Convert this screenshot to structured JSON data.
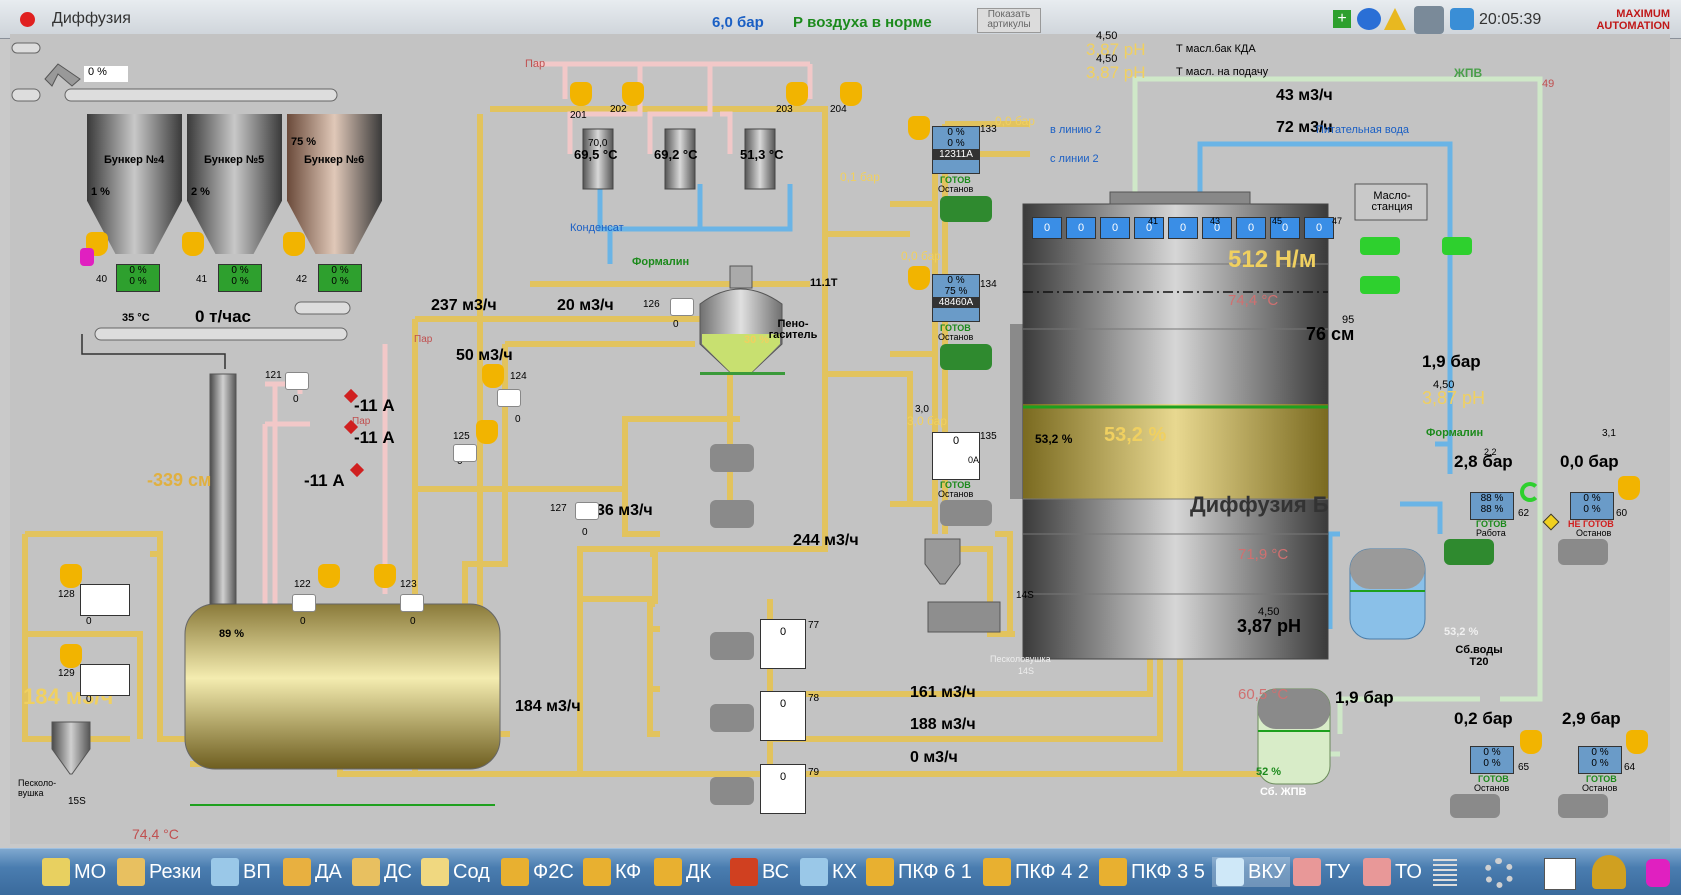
{
  "window": {
    "title": "Диффузия",
    "pressure_main": "6,0 бар",
    "air_status": "Р воздуха в норме",
    "show_articles_button": "Показать артикулы",
    "clock": "20:05:39",
    "brand": "MAXIMUM AUTOMATION"
  },
  "colors": {
    "accent_blue": "#1a5fc4",
    "status_green": "#1c8a1c",
    "warn_yellow": "#f0d060",
    "pipe_yellow": "#e2c35e",
    "pipe_blue": "#6ab4e6",
    "pipe_pink": "#f2c8c8"
  },
  "top_readings": {
    "ph1_sp": "4,50",
    "ph1": "3,87 рН",
    "ph1_label": "Т масл.бак КДА",
    "ph2_sp": "4,50",
    "ph2": "3,87 рН",
    "ph2_label": "Т масл. на подачу",
    "zhpv": "ЖПВ"
  },
  "conveyor": {
    "percent": "0 %",
    "temp": "35 °С",
    "rate": "0 т/час"
  },
  "bunkers": [
    {
      "name": "Бункер №4",
      "fill": "1 %",
      "id": "40",
      "v1": "0 %",
      "v2": "0 %"
    },
    {
      "name": "Бункер №5",
      "fill": "2 %",
      "id": "41",
      "v1": "0 %",
      "v2": "0 %"
    },
    {
      "name": "Бункер №6",
      "fill": "75 %",
      "top": "75 %",
      "id": "42",
      "v1": "0 %",
      "v2": "0 %"
    }
  ],
  "steam_labels": {
    "par": "Пар",
    "condensate": "Конденсат",
    "formalin": "Формалин"
  },
  "heaters": {
    "valves": [
      "201",
      "202",
      "203",
      "204"
    ],
    "t_sp": "70,0",
    "temps": [
      "69,5 °С",
      "69,2 °С",
      "51,3 °С"
    ]
  },
  "foam": {
    "name": "Пено-гаситель",
    "level": "30 %",
    "tag": "11.1Т",
    "valve": "126",
    "valve_v": "0"
  },
  "flows": {
    "f237": "237 м3/ч",
    "f20": "20 м3/ч",
    "f50": "50 м3/ч",
    "f36": "36 м3/ч",
    "f244": "244 м3/ч",
    "f184a": "184 м3/ч",
    "f184b": "184 м3/ч",
    "f161": "161 м3/ч",
    "f188": "188 м3/ч",
    "f0": "0 м3/ч",
    "f43": "43 м3/ч",
    "f72": "72 м3/ч",
    "tag49": "49"
  },
  "valves": {
    "v121": "121",
    "v121v": "0",
    "v124": "124",
    "v124v": "0",
    "v125": "125",
    "v125v": "0",
    "v127": "127",
    "v127v": "0",
    "v122": "122",
    "v122v": "0",
    "v123": "123",
    "v123v": "0",
    "v128": "128",
    "v128v": "0",
    "v129": "129",
    "v129v": "0"
  },
  "currents": [
    "-11 А",
    "-11 А",
    "-11 А"
  ],
  "tank": {
    "level_cm": "-339 см",
    "fill": "89 %",
    "temp": "74,4 °С"
  },
  "sand15": {
    "name": "Песколо-вушка",
    "tag": "15S"
  },
  "sand14": {
    "name": "Песколовушка",
    "tag": "14S",
    "tag2": "14S",
    "pct": "53,2 %"
  },
  "lines": {
    "line2_out": "в линию 2",
    "line2_in": "с линии 2",
    "p_a": "0,0 бар",
    "p_b": "0,1 бар",
    "p_c": "0,0 бар",
    "p_d_sp": "3,0",
    "p_d": "3,0 бар"
  },
  "pumps_mid": [
    {
      "tag": "133",
      "v1": "0 %",
      "v2": "0 %",
      "code": "12311А",
      "s1": "ГОТОВ",
      "s2": "Останов"
    },
    {
      "tag": "134",
      "v1": "0 %",
      "v2": "75 %",
      "code": "48460А",
      "s1": "ГОТОВ",
      "s2": "Останов"
    },
    {
      "tag": "135",
      "v1": "0",
      "code": "0А",
      "s1": "ГОТОВ",
      "s2": "Останов"
    }
  ],
  "pumps_low": [
    {
      "tag": "77",
      "v": "0"
    },
    {
      "tag": "78",
      "v": "0"
    },
    {
      "tag": "79",
      "v": "0"
    }
  ],
  "diffusion": {
    "name": "Диффузия Б",
    "torque": "512 Н/м",
    "t_top": "74,4 °С",
    "sp95": "95",
    "level": "76 см",
    "fill": "53,2 %",
    "t_mid": "71,9 °С",
    "ph_sp": "4,50",
    "ph": "3,87 рН",
    "t_bot": "60,5 °С",
    "p_bot": "1,9 бар",
    "sensors": [
      "0",
      "0",
      "0",
      "0",
      "0",
      "0",
      "0",
      "0",
      "0"
    ],
    "tags": [
      "41",
      "43",
      "45",
      "47"
    ]
  },
  "oil_station": "Масло-станция",
  "right": {
    "feed_water": "Питательная вода",
    "p19": "1,9 бар",
    "ph_sp": "4,50",
    "ph": "3,87 рН",
    "formalin": "Формалин",
    "p28": "2,8 бар",
    "p28sp": "2,2",
    "p00": "0,0 бар",
    "p00sp": "3,1",
    "pump62": {
      "tag": "62",
      "v1": "88 %",
      "v2": "88 %",
      "s1": "ГОТОВ",
      "s2": "Работа"
    },
    "pump60": {
      "tag": "60",
      "v1": "0 %",
      "v2": "0 %",
      "s1": "НЕ ГОТОВ",
      "s2": "Останов"
    },
    "tank_t20": {
      "name": "Сб.воды Т20",
      "pct": "53,2 %"
    },
    "tank_zhpv": {
      "name": "Сб. ЖПВ",
      "pct": "52 %"
    },
    "p02": "0,2 бар",
    "p29": "2,9 бар",
    "pump65": {
      "tag": "65",
      "v1": "0 %",
      "v2": "0 %",
      "s1": "ГОТОВ",
      "s2": "Останов"
    },
    "pump64": {
      "tag": "64",
      "v1": "0 %",
      "v2": "0 %",
      "s1": "ГОТОВ",
      "s2": "Останов"
    }
  },
  "taskbar": [
    "МО",
    "Резки",
    "ВП",
    "ДА",
    "ДС",
    "Сод",
    "Ф2С",
    "КФ",
    "ДК",
    "ВС",
    "КХ",
    "ПКФ 6 1",
    "ПКФ 4 2",
    "ПКФ 3 5",
    "ВКУ",
    "ТУ",
    "ТО"
  ]
}
